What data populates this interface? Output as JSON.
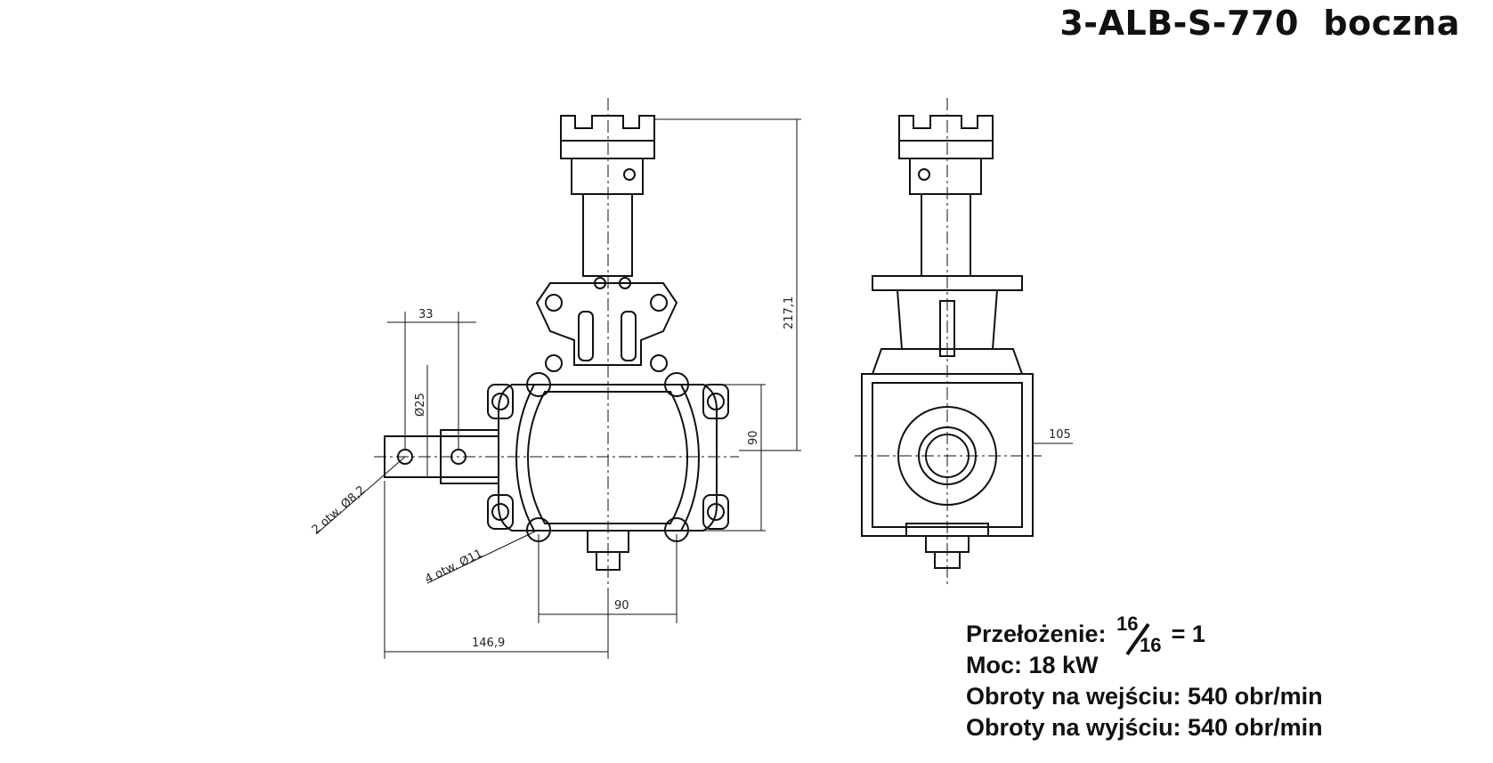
{
  "title": "3-ALB-S-770  boczna",
  "dimensions": {
    "d33": "33",
    "d25": "Ø25",
    "d217": "217,1",
    "d90v": "90",
    "d105": "105",
    "d90h": "90",
    "d146": "146,9",
    "holes2": "2 otw. Ø8,2",
    "holes4": "4 otw. Ø11"
  },
  "specs": {
    "ratio_label": "Przełożenie:",
    "ratio_num": "16",
    "ratio_den": "16",
    "ratio_result": "= 1",
    "power": "Moc: 18 kW",
    "input_speed": "Obroty na wejściu: 540 obr/min",
    "output_speed": "Obroty na wyjściu: 540 obr/min"
  }
}
